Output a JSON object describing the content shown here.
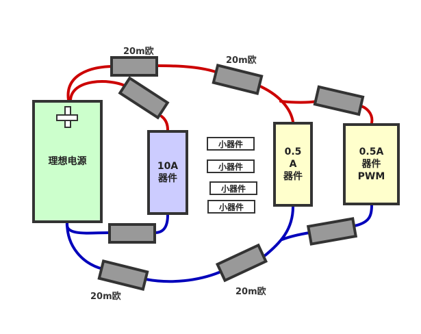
{
  "power_supply": {
    "label": "理想电源",
    "symbol": "plus-icon"
  },
  "devices": [
    {
      "lines": [
        "10A",
        "器件"
      ]
    },
    {
      "lines": [
        "0.5",
        "A",
        "器件"
      ]
    },
    {
      "lines": [
        "0.5A",
        "器件",
        "PWM"
      ]
    }
  ],
  "small_devices": [
    "小器件",
    "小器件",
    "小器件",
    "小器件"
  ],
  "resistor_labels": [
    "20m欧",
    "20m欧",
    "20m欧",
    "20m欧"
  ],
  "colors": {
    "positive_wire": "#cc0000",
    "negative_wire": "#0000bb",
    "resistor": "#999999",
    "outline": "#333333"
  }
}
